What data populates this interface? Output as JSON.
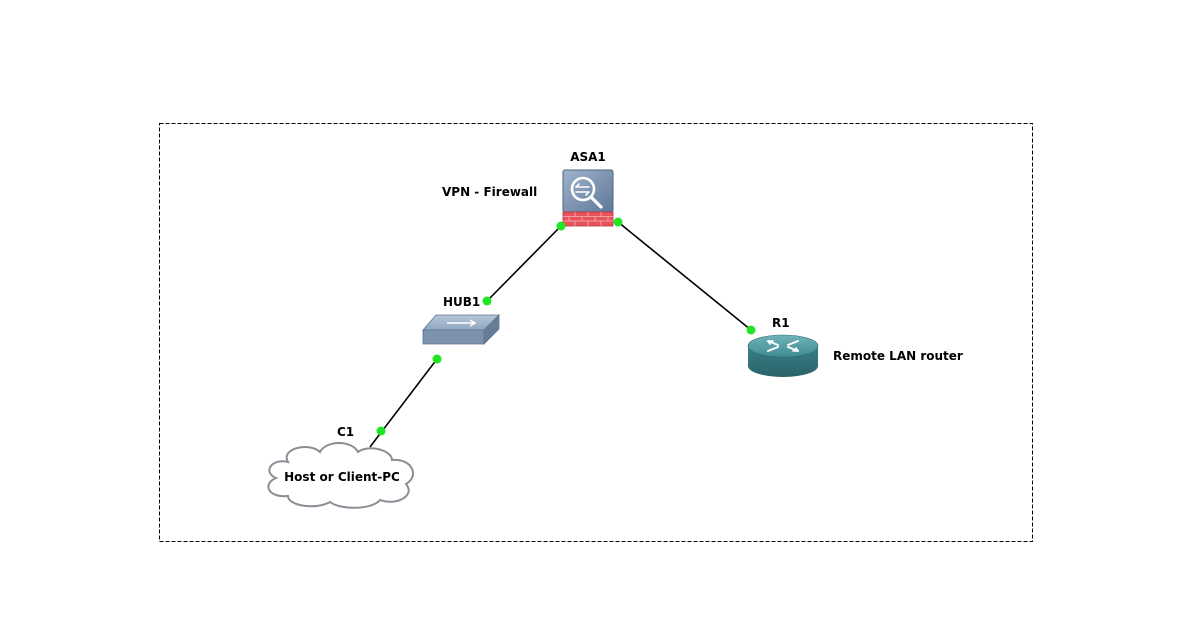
{
  "diagram": {
    "nodes": [
      {
        "id": "asa1",
        "hostname": "ASA1",
        "type": "firewall",
        "icon": "asa-firewall-icon",
        "note": "VPN - Firewall"
      },
      {
        "id": "hub1",
        "hostname": "HUB1",
        "type": "hub",
        "icon": "ethernet-hub-icon"
      },
      {
        "id": "r1",
        "hostname": "R1",
        "type": "router",
        "icon": "router-icon",
        "note": "Remote LAN router"
      },
      {
        "id": "c1",
        "hostname": "C1",
        "type": "cloud",
        "icon": "cloud-icon",
        "note": "Host or Client-PC"
      }
    ],
    "links": [
      {
        "from": "asa1",
        "to": "hub1",
        "status": "up"
      },
      {
        "from": "asa1",
        "to": "r1",
        "status": "up"
      },
      {
        "from": "hub1",
        "to": "c1",
        "status": "up"
      }
    ],
    "colors": {
      "link": "#000000",
      "port_up": "#22e622",
      "frame_border": "#000000",
      "asa_body": "#7f96b4",
      "asa_wall": "#e8525a",
      "hub_body": "#8fa6bf",
      "router_body": "#3f8c93",
      "cloud_fill": "#ffffff",
      "cloud_stroke": "#8a8f96"
    }
  }
}
